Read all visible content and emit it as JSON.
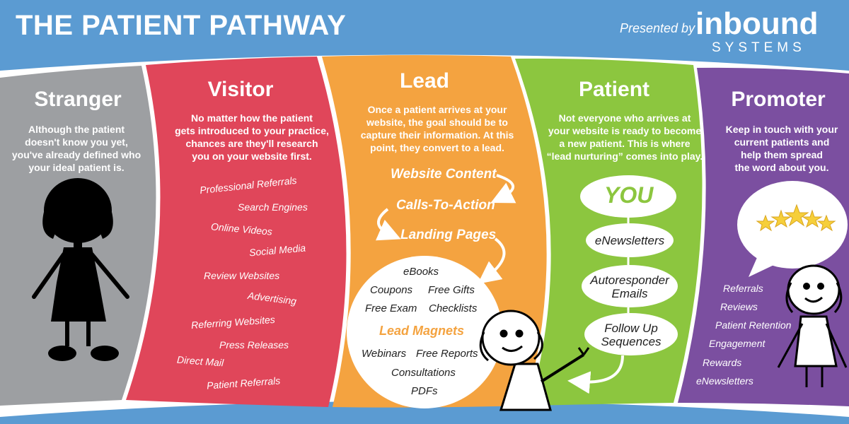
{
  "header": {
    "title": "THE PATIENT PATHWAY",
    "presented_by": "Presented by",
    "brand_name": "inbound",
    "brand_sub": "SYSTEMS"
  },
  "colors": {
    "background": "#5b9bd2",
    "stranger": "#9d9fa2",
    "visitor": "#e0465a",
    "lead": "#f4a340",
    "patient": "#8cc63f",
    "promoter": "#7b4fa0"
  },
  "stages": {
    "stranger": {
      "title": "Stranger",
      "desc_lines": [
        "Although the patient",
        "doesn't know you yet,",
        "you've already defined who",
        "your ideal patient is."
      ]
    },
    "visitor": {
      "title": "Visitor",
      "desc_lines": [
        "No matter how the patient",
        "gets introduced to your practice,",
        "chances are they'll research",
        "you on your website first."
      ],
      "items": [
        "Professional Referrals",
        "Search Engines",
        "Online Videos",
        "Social Media",
        "Review Websites",
        "Advertising",
        "Referring Websites",
        "Press Releases",
        "Direct Mail",
        "Patient Referrals"
      ]
    },
    "lead": {
      "title": "Lead",
      "desc_lines": [
        "Once a patient arrives at your",
        "website, the goal should be to",
        "capture their information.  At this",
        "point, they convert to a lead."
      ],
      "flow": [
        "Website Content",
        "Calls-To-Action",
        "Landing Pages"
      ],
      "magnets_top": [
        "eBooks",
        "Coupons",
        "Free Gifts",
        "Free Exam",
        "Checklists"
      ],
      "magnets_title": "Lead Magnets",
      "magnets_bottom": [
        "Webinars",
        "Free Reports",
        "Consultations",
        "PDFs"
      ]
    },
    "patient": {
      "title": "Patient",
      "desc_lines": [
        "Not everyone who arrives at",
        "your website is ready to become",
        "a new patient.  This is where",
        "“lead nurturing” comes into play."
      ],
      "you": "YOU",
      "ovals": [
        "eNewsletters",
        "Autoresponder",
        "Emails",
        "Follow Up",
        "Sequences"
      ]
    },
    "promoter": {
      "title": "Promoter",
      "desc_lines": [
        "Keep in touch with your",
        "current patients and",
        "help them spread",
        "the word about you."
      ],
      "items": [
        "Referrals",
        "Reviews",
        "Patient Retention",
        "Engagement",
        "Rewards",
        "eNewsletters"
      ]
    }
  }
}
